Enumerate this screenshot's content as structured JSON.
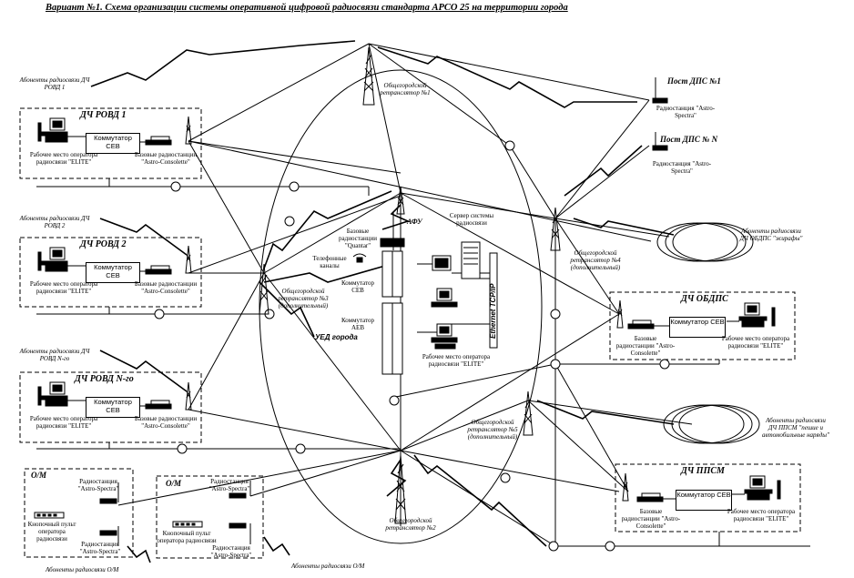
{
  "title": "Вариант №1. Схема организации системы оперативной цифровой радиосвязи стандарта APCO 25 на территории города",
  "rovd": [
    {
      "title": "ДЧ РОВД 1",
      "switch": "Коммутатор СЕВ",
      "workplace": "Рабочее место оператора радиосвязи \"ELITE\"",
      "radios": "Базовые радиостанции \"Astro-Consolette\"",
      "subscribers": "Абоненты радиосвязи ДЧ РОВД 1"
    },
    {
      "title": "ДЧ РОВД 2",
      "switch": "Коммутатор СЕВ",
      "workplace": "Рабочее место оператора радиосвязи \"ELITE\"",
      "radios": "Базовые радиостанции \"Astro-Consolette\"",
      "subscribers": "Абоненты радиосвязи ДЧ РОВД 2"
    },
    {
      "title": "ДЧ РОВД N-го",
      "switch": "Коммутатор СЕВ",
      "workplace": "Рабочее место оператора радиосвязи \"ELITE\"",
      "radios": "Базовые радиостанции \"Astro-Consolette\"",
      "subscribers": "Абоненты радиосвязи ДЧ РОВД N-го"
    }
  ],
  "right_boxes": [
    {
      "title": "ДЧ ОБДПС",
      "switch": "Коммутатор СЕВ",
      "workplace": "Рабочее место оператора радиосвязи \"ELITE\"",
      "radios": "Базовые радиостанции \"Astro-Consolette\""
    },
    {
      "title": "ДЧ ППСМ",
      "switch": "Коммутатор СЕВ",
      "workplace": "Рабочее место оператора радиосвязи \"ELITE\"",
      "radios": "Базовые радиостанции \"Astro-Consolette\""
    }
  ],
  "posts": [
    {
      "title": "Пост ДПС №1",
      "radio": "Радиостанция \"Astro-Spectra\""
    },
    {
      "title": "Пост ДПС № N",
      "radio": "Радиостанция \"Astro-Spectra\""
    }
  ],
  "om": [
    {
      "title": "О/М",
      "radio_top": "Радиостанция \"Astro-Spectra\"",
      "panel": "Кнопочный пульт оператора радиосвязи",
      "radio_bottom": "Радиостанция \"Astro-Spectra\"",
      "subscribers": "Абоненты радиосвязи О/М"
    },
    {
      "title": "О/М",
      "radio_top": "Радиостанция \"Astro-Spectra\"",
      "panel": "Кнопочный пульт оператора радиосвязи",
      "radio_bottom": "Радиостанция \"Astro-Spectra\"",
      "subscribers": "Абоненты радиосвязи О/М"
    }
  ],
  "repeaters": {
    "r1": "Общегородской ретранслятор №1",
    "r2": "Общегородской ретранслятор №2",
    "r3": "Общегородской ретранслятор №3 (дополнительный)",
    "r4": "Общегородской ретранслятор №4 (дополнительный)",
    "r5": "Общегородской ретранслятор №5 (дополнительный)"
  },
  "center": {
    "afu": "АФУ",
    "base_radios": "Базовые радиостанции \"Quantar\"",
    "tel_channels": "Телефонные каналы",
    "switch_ceb": "Коммутатор СЕВ",
    "switch_aes": "Коммутатор АЕВ",
    "ued": "УЕД города",
    "server": "Сервер системы радиосвязи",
    "ethernet": "Ethernet TCP/IP",
    "workplace": "Рабочее место оператора радиосвязи \"ELITE\""
  },
  "clouds": {
    "obdps": "Абоненты радиосвязи ДЧ ОБДПС \"жирафы\"",
    "ppsm": "Абоненты радиосвязи ДЧ ППСМ \"пешие и автомобильные наряды\""
  }
}
